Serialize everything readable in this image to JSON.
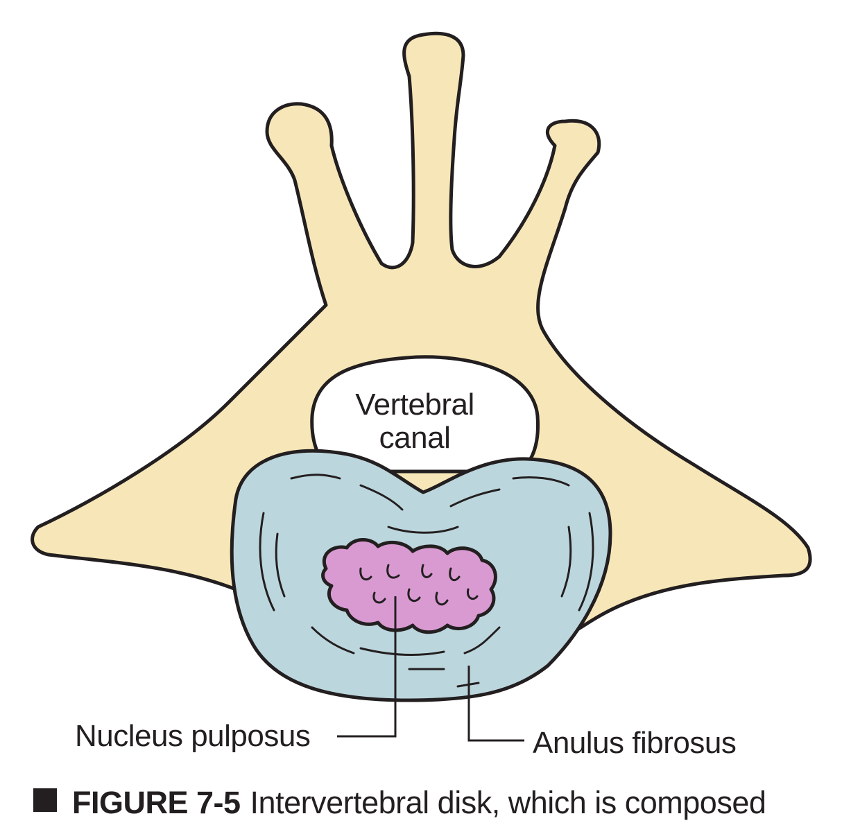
{
  "labels": {
    "vertebral_canal_line1": "Vertebral",
    "vertebral_canal_line2": "canal",
    "nucleus_pulposus": "Nucleus pulposus",
    "anulus_fibrosus": "Anulus fibrosus"
  },
  "caption": {
    "number": "FIGURE 7-5",
    "text": "Intervertebral disk, which is composed"
  },
  "colors": {
    "bone": "#f7e7b8",
    "disk": "#bcd6dd",
    "nucleus": "#d99ad2",
    "outline": "#231f20",
    "canal": "#ffffff"
  }
}
